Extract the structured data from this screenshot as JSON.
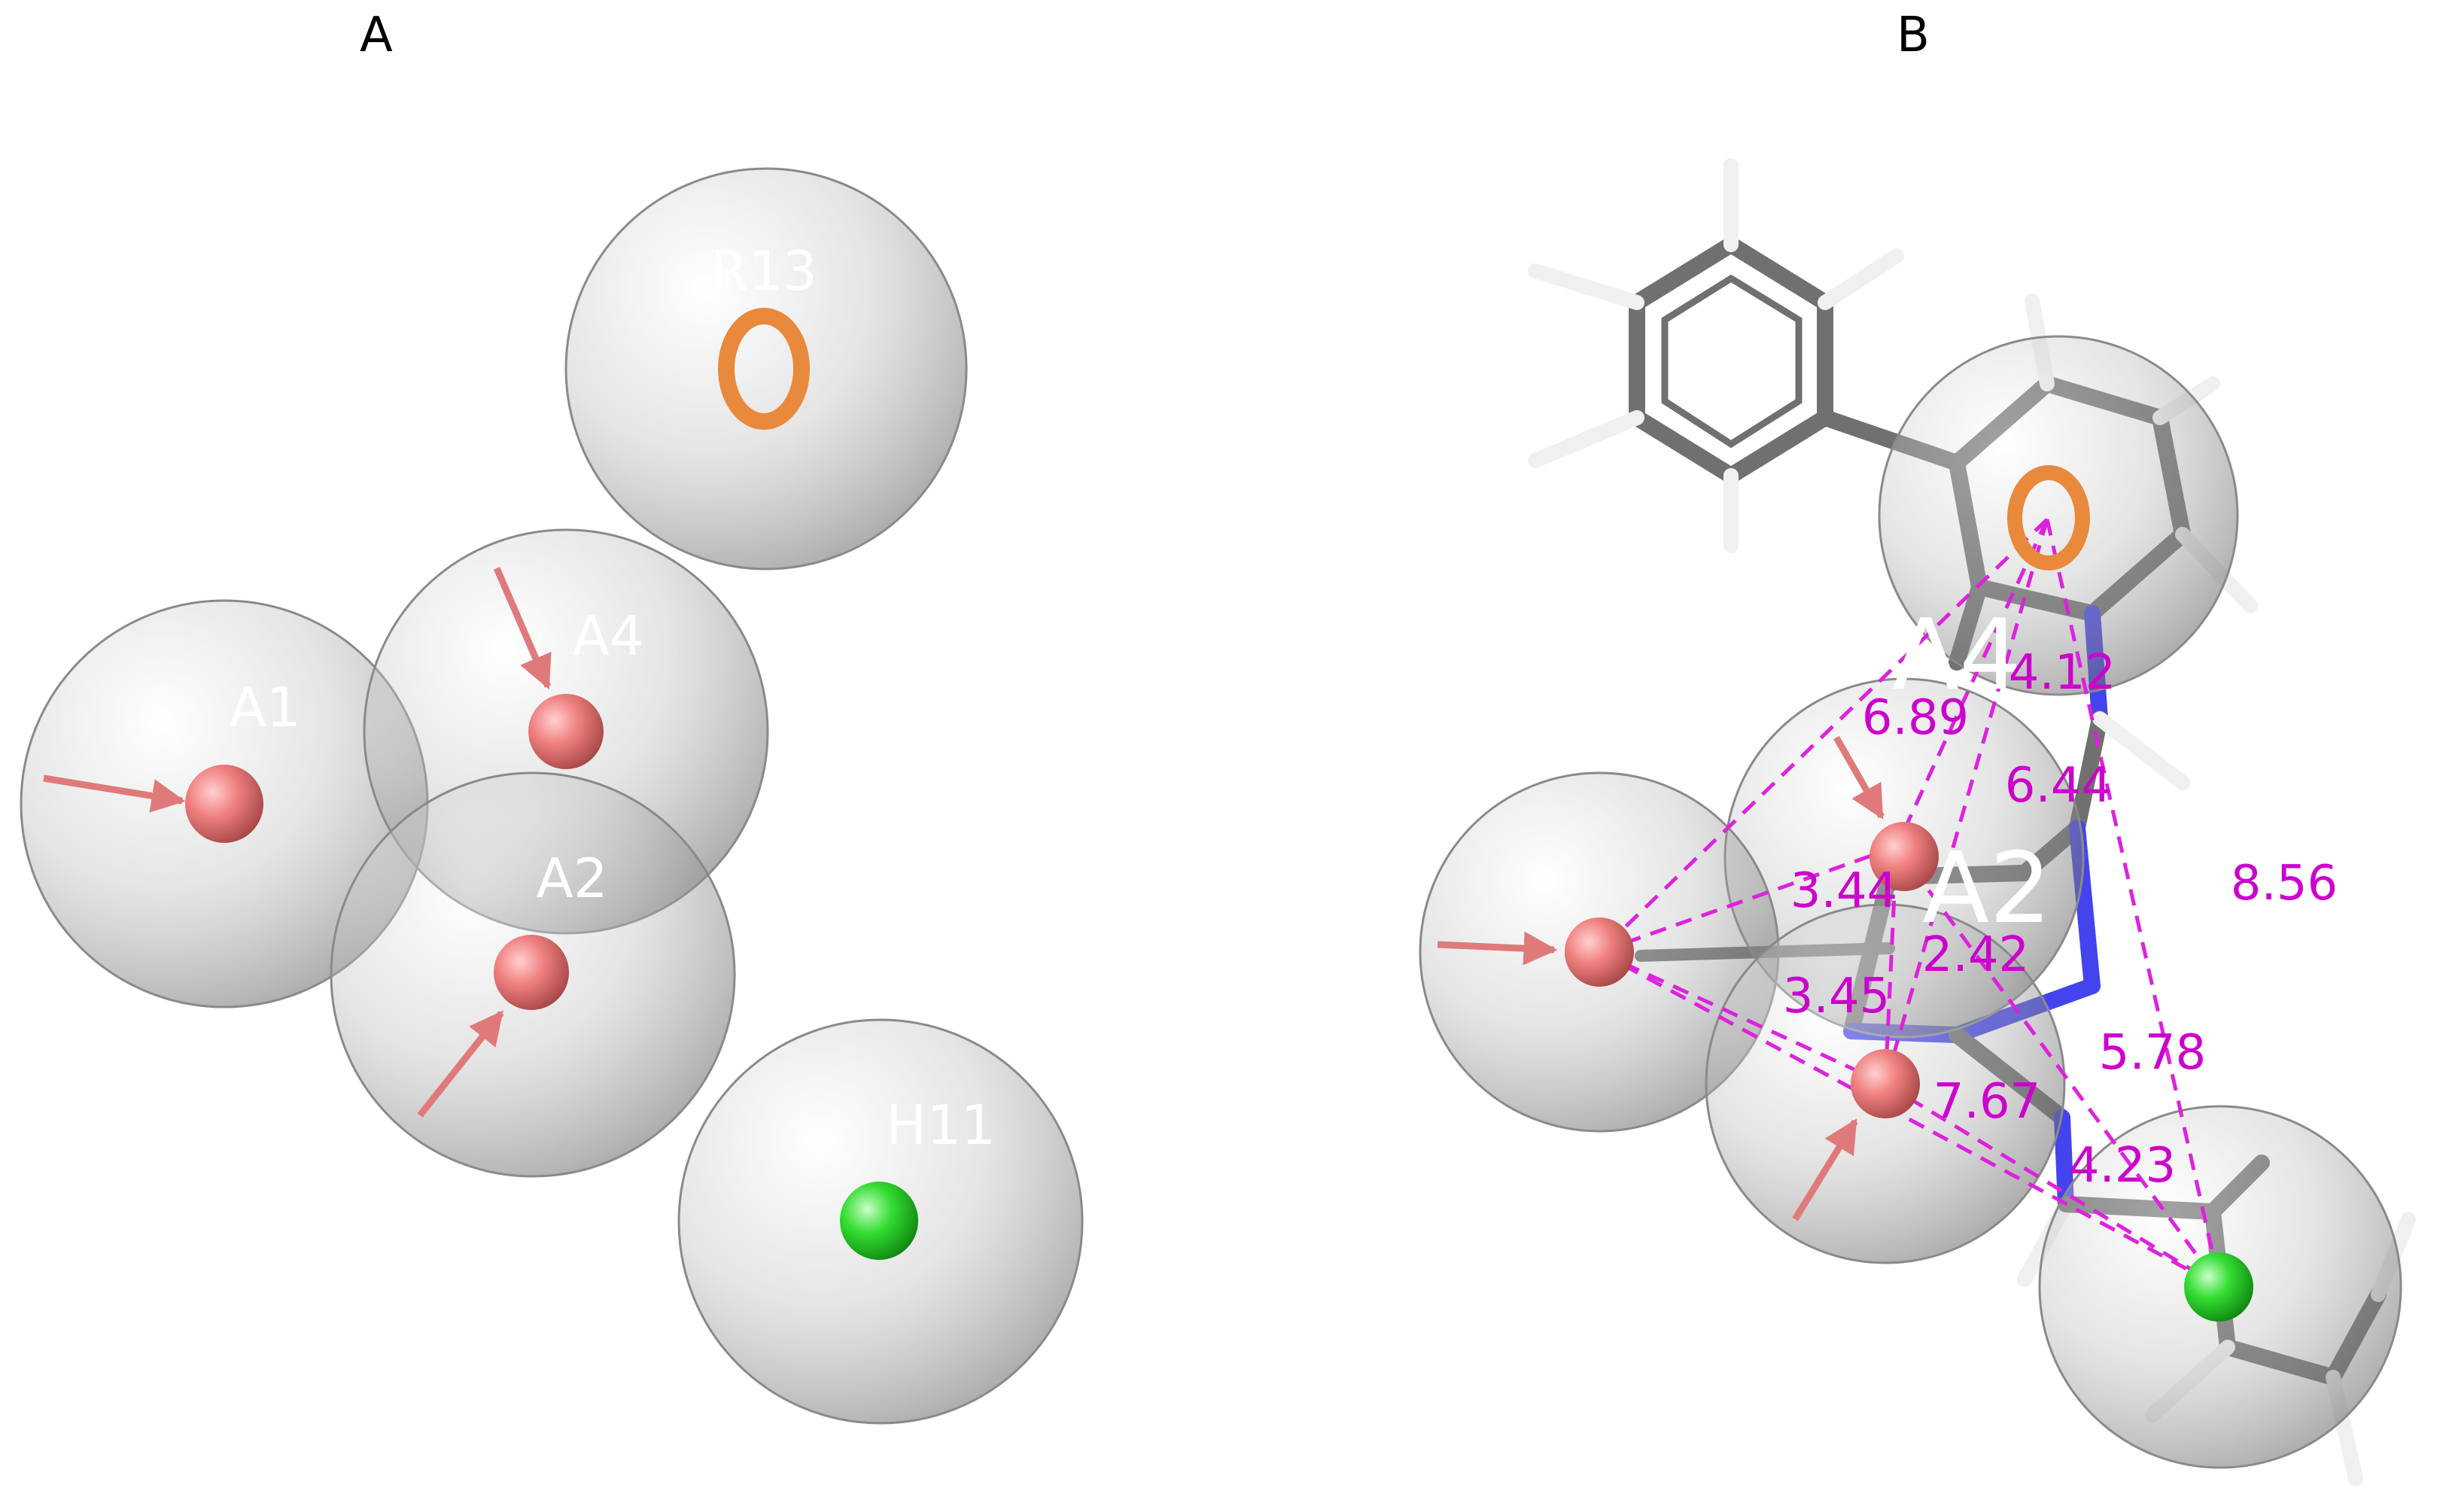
{
  "panels": {
    "a": {
      "label": "A"
    },
    "b": {
      "label": "B"
    }
  },
  "features": {
    "r13": {
      "label": "R13",
      "type": "aromatic-ring",
      "color": "#e8893c"
    },
    "a1": {
      "label": "A1",
      "type": "hydrogen-bond-acceptor",
      "color": "#f08080"
    },
    "a2": {
      "label": "A2",
      "type": "hydrogen-bond-acceptor",
      "color": "#f08080"
    },
    "a4": {
      "label": "A4",
      "type": "hydrogen-bond-acceptor",
      "color": "#f08080"
    },
    "h11": {
      "label": "H11",
      "type": "hydrophobic",
      "color": "#33dd33"
    }
  },
  "distances": [
    {
      "value": "4.12"
    },
    {
      "value": "6.89"
    },
    {
      "value": "6.44"
    },
    {
      "value": "8.56"
    },
    {
      "value": "3.44"
    },
    {
      "value": "2.42"
    },
    {
      "value": "3.45"
    },
    {
      "value": "5.78"
    },
    {
      "value": "7.67"
    },
    {
      "value": "4.23"
    }
  ],
  "colors": {
    "sphere": "#9a9a9a",
    "distance_line": "#dd22dd",
    "carbon_bond": "#707070",
    "nitrogen_bond": "#4444ee",
    "hydrogen": "#f2f2f2"
  }
}
